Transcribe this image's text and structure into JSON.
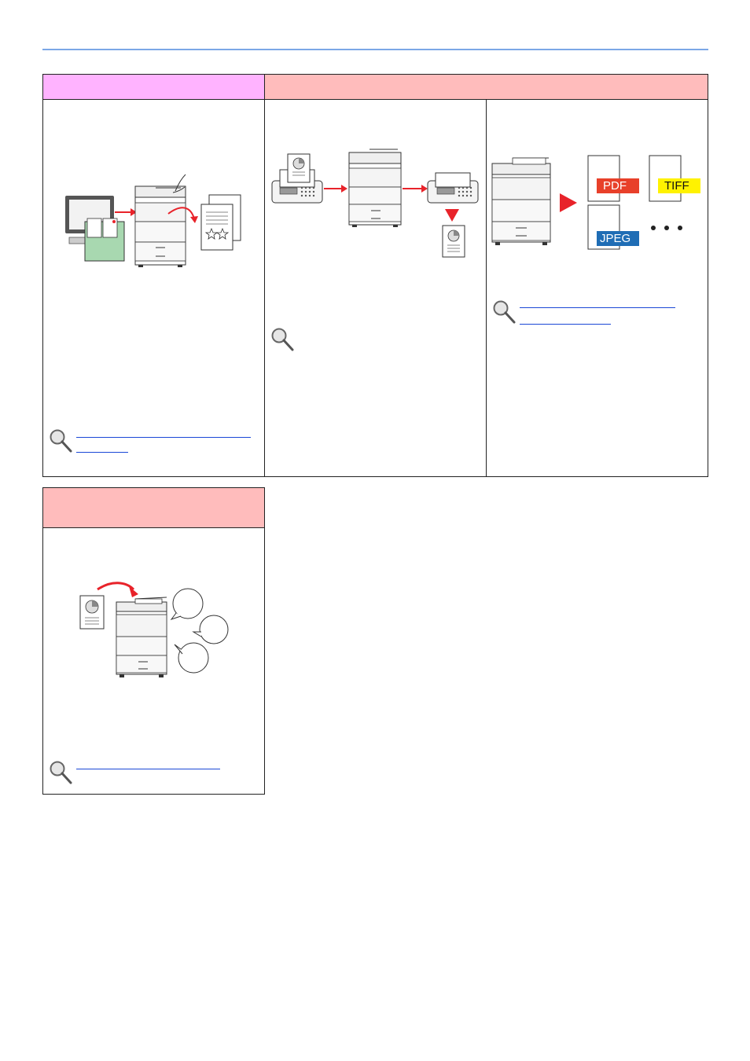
{
  "colors": {
    "rule": "#7ba7e6",
    "header_pink": "#ffb3ff",
    "header_salmon": "#ffbcbc",
    "arrow_red": "#e8232a",
    "link_blue": "#1a47d6"
  },
  "formats": {
    "pdf": "PDF",
    "tiff": "TIFF",
    "jpeg": "JPEG"
  },
  "icons": {
    "reference": "magnifier-icon"
  },
  "links": {
    "cell1_line1": "",
    "cell1_line2": "",
    "cell2_line1": "",
    "cell3_line1": "",
    "cell3_line2": "",
    "cell4_line1": ""
  }
}
